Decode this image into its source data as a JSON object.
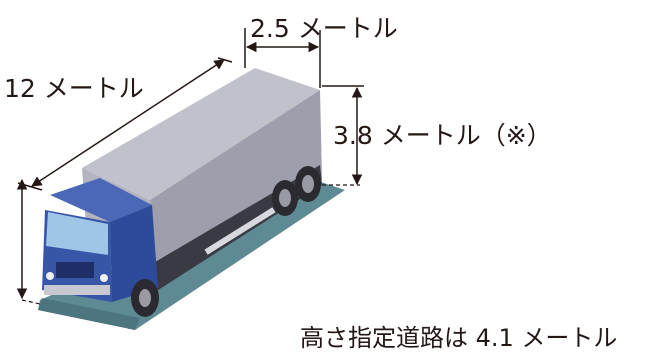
{
  "diagram": {
    "labels": {
      "width": "2.5 メートル",
      "length": "12 メートル",
      "height": "3.8 メートル（※）",
      "note": "高さ指定道路は 4.1 メートル"
    },
    "colors": {
      "ground": "#5e8a93",
      "container": "#a9a9b6",
      "cab": "#3856a8",
      "line": "#231815"
    }
  }
}
